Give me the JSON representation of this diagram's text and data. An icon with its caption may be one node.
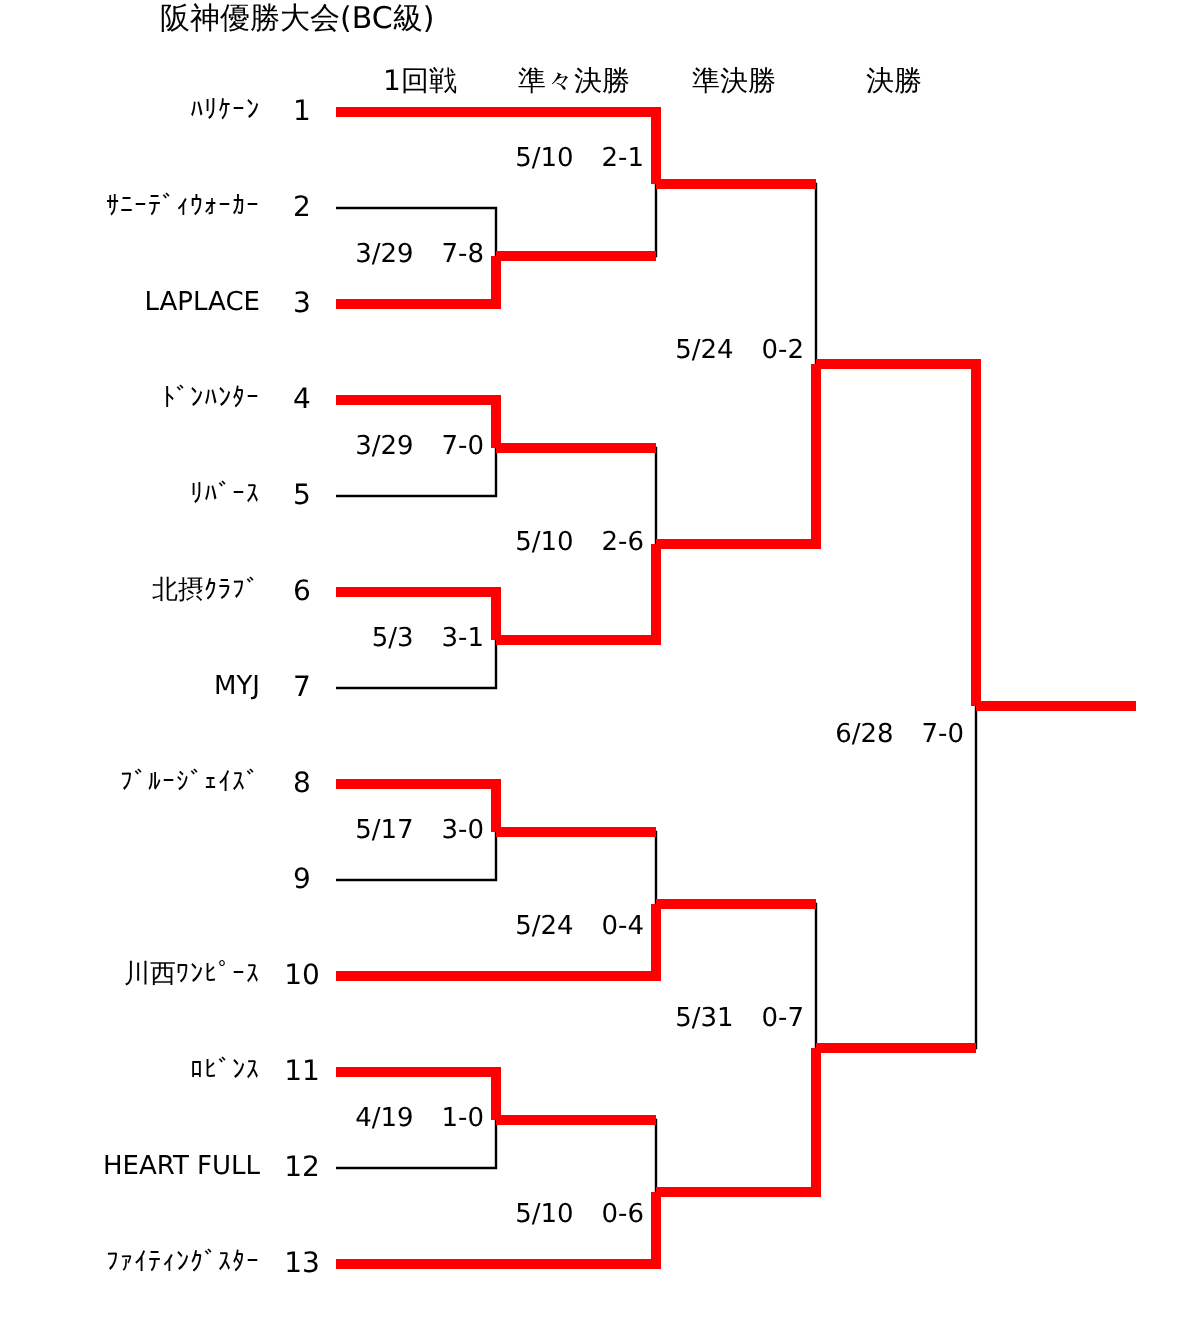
{
  "diagram": {
    "title": "阪神優勝大会(BC級)",
    "nodes": [
      {
        "text": [
          "ﾊﾘｹｰﾝ",
          "1"
        ]
      },
      {
        "text": [
          "ｻﾆｰﾃﾞｨｳｫｰｶｰ",
          "2"
        ]
      },
      {
        "text": [
          "LAPLACE",
          "3"
        ]
      },
      {
        "text": [
          "ﾄﾞﾝﾊﾝﾀｰ",
          "4"
        ]
      },
      {
        "text": [
          "ﾘﾊﾞｰｽ",
          "5"
        ]
      },
      {
        "text": [
          "北摂ｸﾗﾌﾞ",
          "6"
        ]
      },
      {
        "text": [
          "MYJ",
          "7"
        ]
      },
      {
        "text": [
          "ﾌﾞﾙｰｼﾞｪｲｽﾞ",
          "8"
        ]
      },
      {
        "text": [
          "9"
        ]
      },
      {
        "text": [
          "川西ﾜﾝﾋﾟｰｽ",
          "10"
        ]
      },
      {
        "text": [
          "ﾛﾋﾞﾝｽ",
          "11"
        ]
      },
      {
        "text": [
          "HEART FULL",
          "12"
        ]
      },
      {
        "text": [
          "ﾌｧｲﾃｨﾝｸﾞｽﾀｰ",
          "13"
        ]
      },
      {
        "text": [
          "3/29",
          "7-8"
        ]
      },
      {
        "text": [
          "3/29",
          "7-0"
        ]
      },
      {
        "text": [
          "5/3",
          "3-1"
        ]
      },
      {
        "text": [
          "5/17",
          "3-0"
        ]
      },
      {
        "text": [
          "4/19",
          "1-0"
        ]
      },
      {
        "text": [
          "5/10",
          "2-1"
        ]
      },
      {
        "text": [
          "5/10",
          "2-6"
        ]
      },
      {
        "text": [
          "5/24",
          "0-4"
        ]
      },
      {
        "text": [
          "5/10",
          "0-6"
        ]
      },
      {
        "text": [
          "5/24",
          "0-2"
        ]
      },
      {
        "text": [
          "5/31",
          "0-7"
        ]
      },
      {
        "text": [
          "6/28",
          "7-0"
        ]
      }
    ],
    "edges": [
      {
        "from": 1,
        "to": 13,
        "arrow": "none",
        "color": "#000000"
      },
      {
        "from": 2,
        "to": 13,
        "arrow": "none",
        "color": "#ff0000"
      },
      {
        "from": 3,
        "to": 14,
        "arrow": "none",
        "color": "#ff0000"
      },
      {
        "from": 4,
        "to": 14,
        "arrow": "none",
        "color": "#000000"
      },
      {
        "from": 5,
        "to": 15,
        "arrow": "none",
        "color": "#ff0000"
      },
      {
        "from": 6,
        "to": 15,
        "arrow": "none",
        "color": "#000000"
      },
      {
        "from": 7,
        "to": 16,
        "arrow": "none",
        "color": "#ff0000"
      },
      {
        "from": 8,
        "to": 16,
        "arrow": "none",
        "color": "#000000"
      },
      {
        "from": 10,
        "to": 17,
        "arrow": "none",
        "color": "#ff0000"
      },
      {
        "from": 11,
        "to": 17,
        "arrow": "none",
        "color": "#000000"
      },
      {
        "from": 0,
        "to": 18,
        "arrow": "none",
        "color": "#ff0000"
      },
      {
        "from": 13,
        "to": 18,
        "arrow": "none",
        "color": "#000000"
      },
      {
        "from": 14,
        "to": 19,
        "arrow": "none",
        "color": "#000000"
      },
      {
        "from": 15,
        "to": 19,
        "arrow": "none",
        "color": "#ff0000"
      },
      {
        "from": 16,
        "to": 20,
        "arrow": "none",
        "color": "#000000"
      },
      {
        "from": 9,
        "to": 20,
        "arrow": "none",
        "color": "#ff0000"
      },
      {
        "from": 17,
        "to": 21,
        "arrow": "none",
        "color": "#000000"
      },
      {
        "from": 12,
        "to": 21,
        "arrow": "none",
        "color": "#ff0000"
      },
      {
        "from": 18,
        "to": 22,
        "arrow": "none",
        "color": "#000000"
      },
      {
        "from": 19,
        "to": 22,
        "arrow": "none",
        "color": "#ff0000"
      },
      {
        "from": 20,
        "to": 23,
        "arrow": "none",
        "color": "#000000"
      },
      {
        "from": 21,
        "to": 23,
        "arrow": "none",
        "color": "#ff0000"
      },
      {
        "from": 22,
        "to": 24,
        "arrow": "none",
        "color": "#ff0000"
      },
      {
        "from": 23,
        "to": 24,
        "arrow": "none",
        "color": "#000000"
      },
      {
        "from": 24,
        "to": null,
        "arrow": "none",
        "color": "#ff0000"
      }
    ],
    "labels": [
      "1回戦",
      "準々決勝",
      "準決勝",
      "決勝"
    ]
  }
}
